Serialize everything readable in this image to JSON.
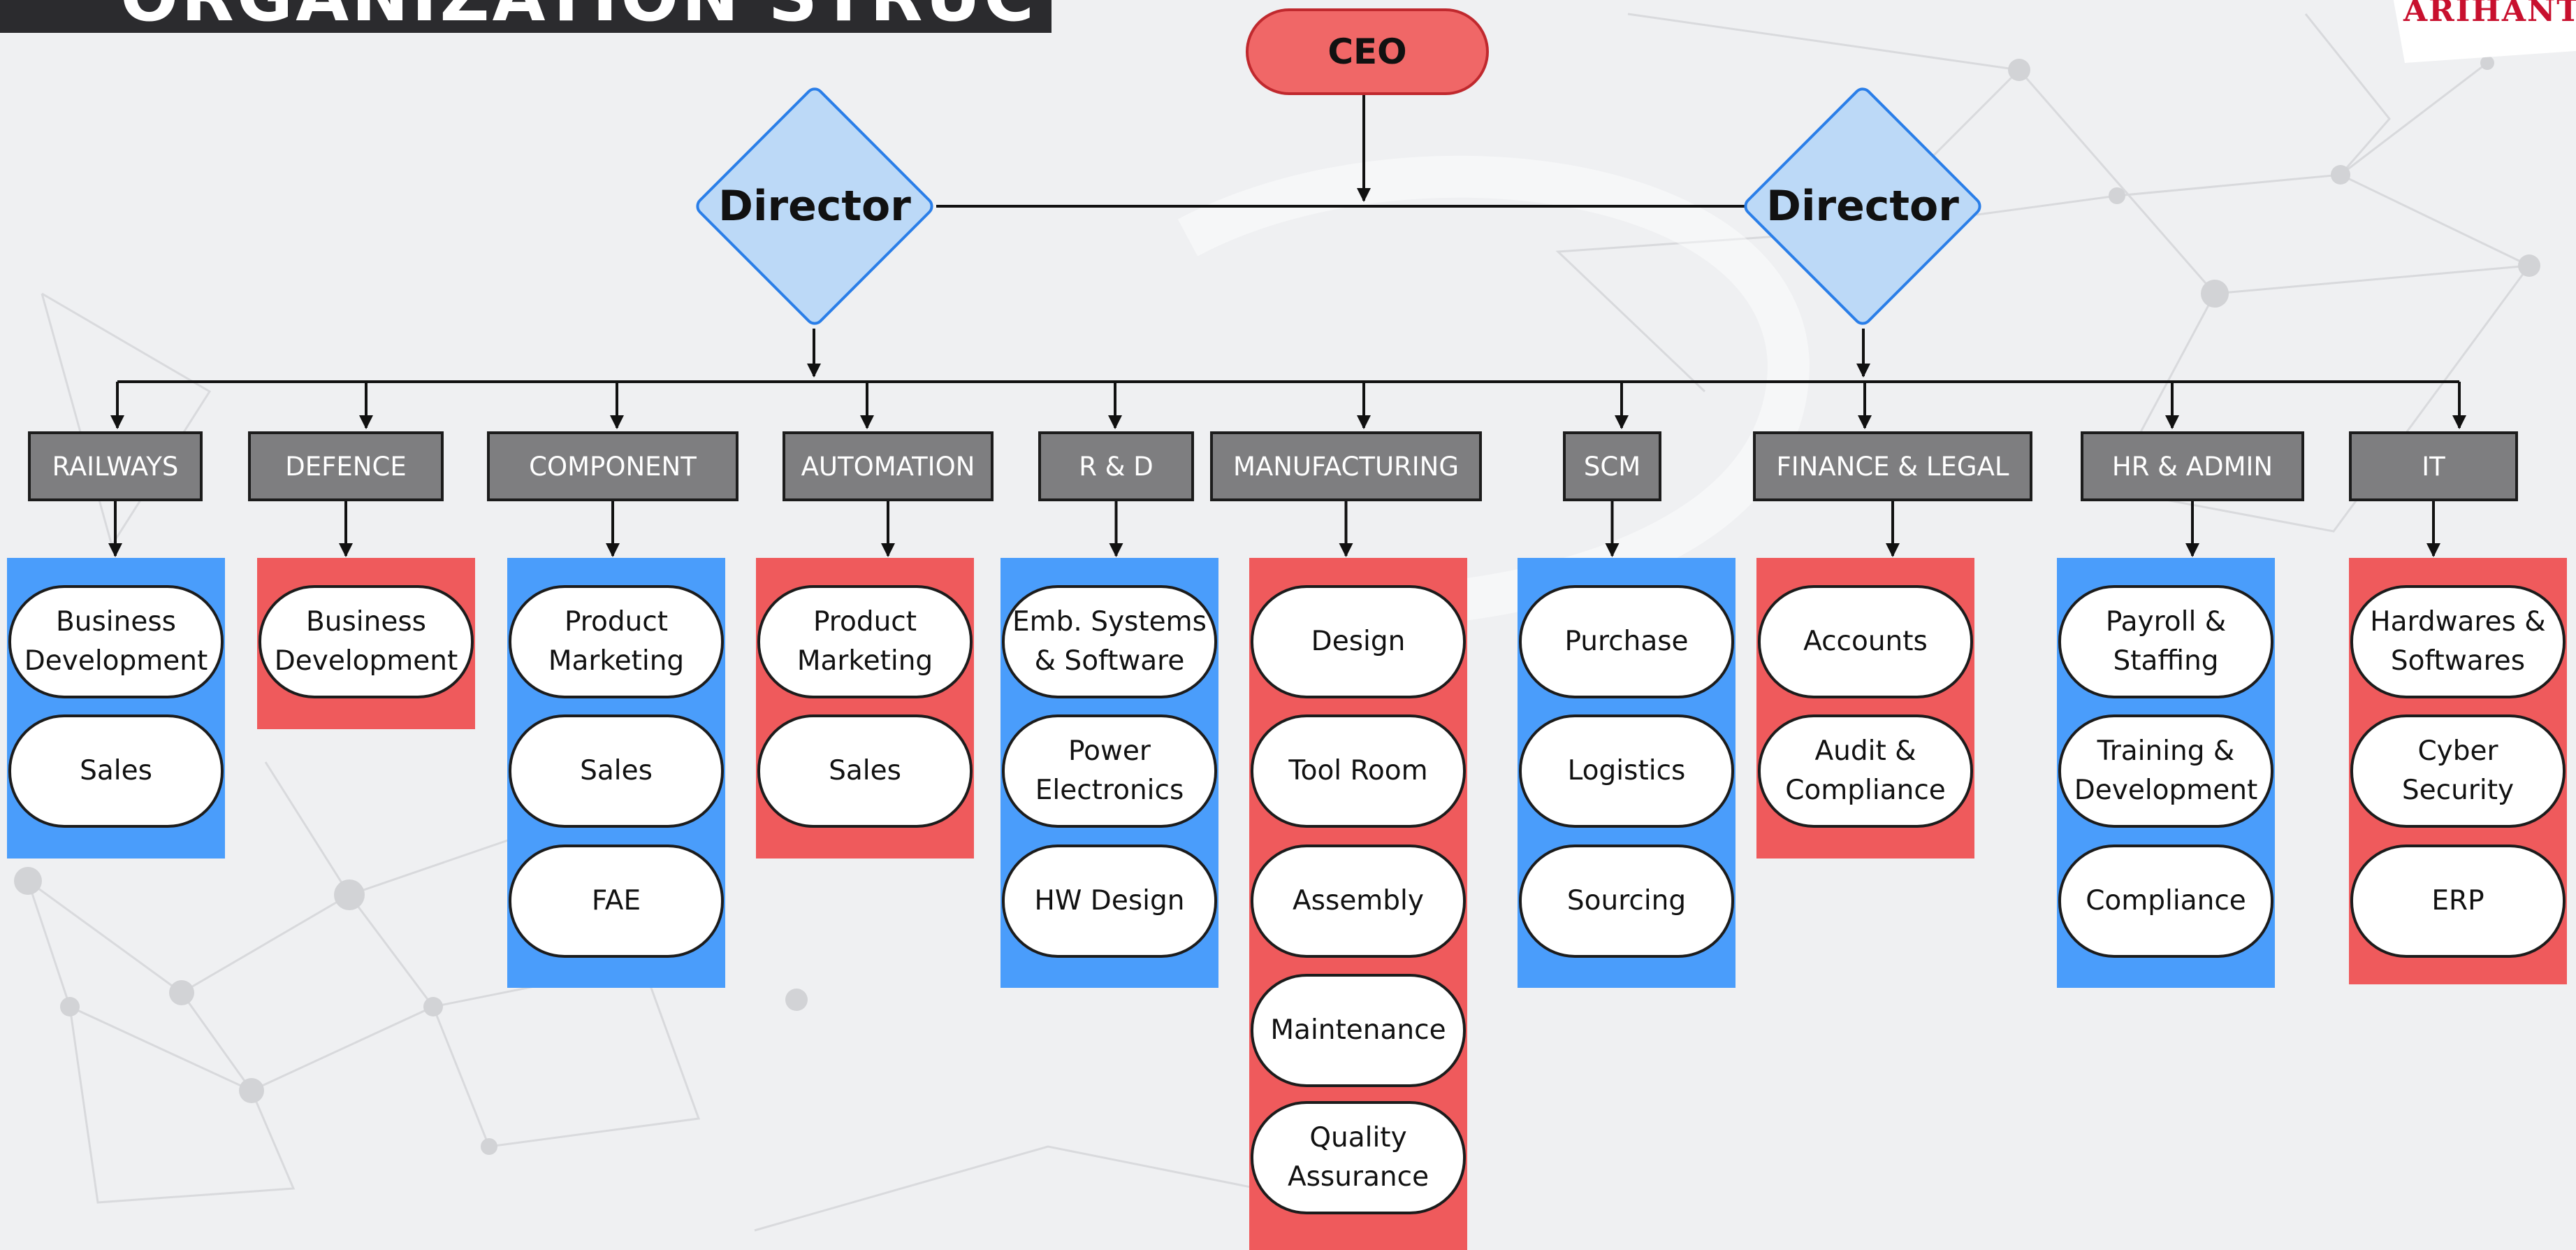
{
  "title": "ORGANIZATION STRUCTURE",
  "logo": "ARIHANT",
  "colors": {
    "blue": "#4a9dfb",
    "red": "#ef5a5c",
    "ceo": "#f06767",
    "director": "#bcd9f7",
    "department": "#7e7e80"
  },
  "ceo": {
    "label": "CEO"
  },
  "directors": [
    {
      "label": "Director"
    },
    {
      "label": "Director"
    }
  ],
  "departments": [
    {
      "name": "RAILWAYS",
      "panel_color": "blue",
      "units": [
        "Business Development",
        "Sales"
      ]
    },
    {
      "name": "DEFENCE",
      "panel_color": "red",
      "units": [
        "Business Development"
      ]
    },
    {
      "name": "COMPONENT",
      "panel_color": "blue",
      "units": [
        "Product Marketing",
        "Sales",
        "FAE"
      ]
    },
    {
      "name": "AUTOMATION",
      "panel_color": "red",
      "units": [
        "Product Marketing",
        "Sales"
      ]
    },
    {
      "name": "R & D",
      "panel_color": "blue",
      "units": [
        "Emb. Systems & Software",
        "Power Electronics",
        "HW Design"
      ]
    },
    {
      "name": "MANUFACTURING",
      "panel_color": "red",
      "units": [
        "Design",
        "Tool Room",
        "Assembly",
        "Maintenance",
        "Quality Assurance"
      ]
    },
    {
      "name": "SCM",
      "panel_color": "blue",
      "units": [
        "Purchase",
        "Logistics",
        "Sourcing"
      ]
    },
    {
      "name": "FINANCE & LEGAL",
      "panel_color": "red",
      "units": [
        "Accounts",
        "Audit & Compliance"
      ]
    },
    {
      "name": "HR & ADMIN",
      "panel_color": "blue",
      "units": [
        "Payroll & Staffing",
        "Training & Development",
        "Compliance"
      ]
    },
    {
      "name": "IT",
      "panel_color": "red",
      "units": [
        "Hardwares & Softwares",
        "Cyber Security",
        "ERP"
      ]
    }
  ]
}
